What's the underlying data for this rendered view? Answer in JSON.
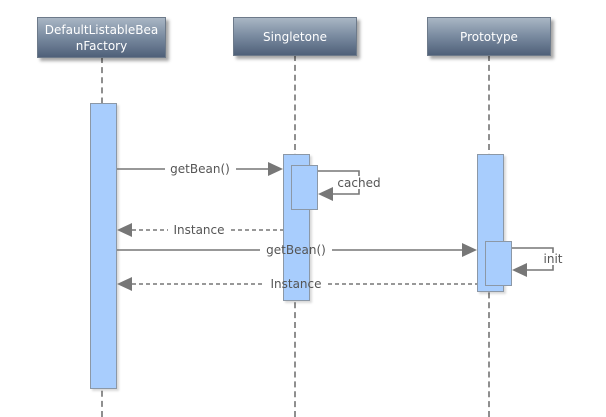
{
  "diagram": {
    "type": "sequence",
    "participants": [
      {
        "id": "factory",
        "label": "DefaultListableBea\nnFactory",
        "label_line1": "DefaultListableBea",
        "label_line2": "nFactory"
      },
      {
        "id": "singletone",
        "label": "Singletone"
      },
      {
        "id": "prototype",
        "label": "Prototype"
      }
    ],
    "messages": [
      {
        "from": "factory",
        "to": "singletone",
        "label": "getBean()",
        "style": "solid"
      },
      {
        "from": "singletone",
        "to": "singletone",
        "label": "cached",
        "style": "self"
      },
      {
        "from": "singletone",
        "to": "factory",
        "label": "Instance",
        "style": "dashed"
      },
      {
        "from": "factory",
        "to": "prototype",
        "label": "getBean()",
        "style": "solid"
      },
      {
        "from": "prototype",
        "to": "prototype",
        "label": "init",
        "style": "self"
      },
      {
        "from": "prototype",
        "to": "factory",
        "label": "Instance",
        "style": "dashed"
      }
    ],
    "colors": {
      "activation_fill": "#a8cdfd",
      "activation_border": "#8c98a6",
      "arrow": "#777777",
      "header_top": "#a9b6c4",
      "header_bottom": "#4f6079",
      "label_text": "#555555"
    }
  }
}
